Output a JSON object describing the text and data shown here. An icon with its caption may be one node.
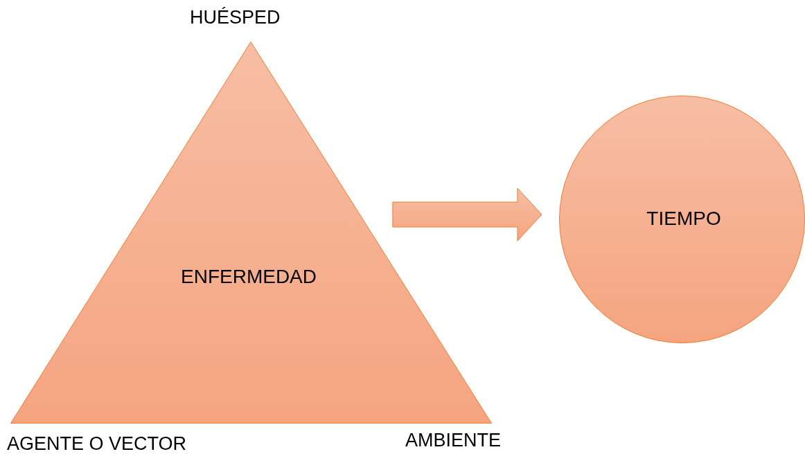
{
  "diagram": {
    "nodes": [
      {
        "text": [
          "ENFERMEDAD"
        ],
        "beside": [
          "HUÉSPED",
          "AGENTE O VECTOR",
          "AMBIENTE"
        ]
      },
      {
        "text": [
          "TIEMPO"
        ]
      }
    ],
    "edges": [
      {
        "from": 0,
        "to": 1,
        "arrow": "to"
      }
    ]
  }
}
